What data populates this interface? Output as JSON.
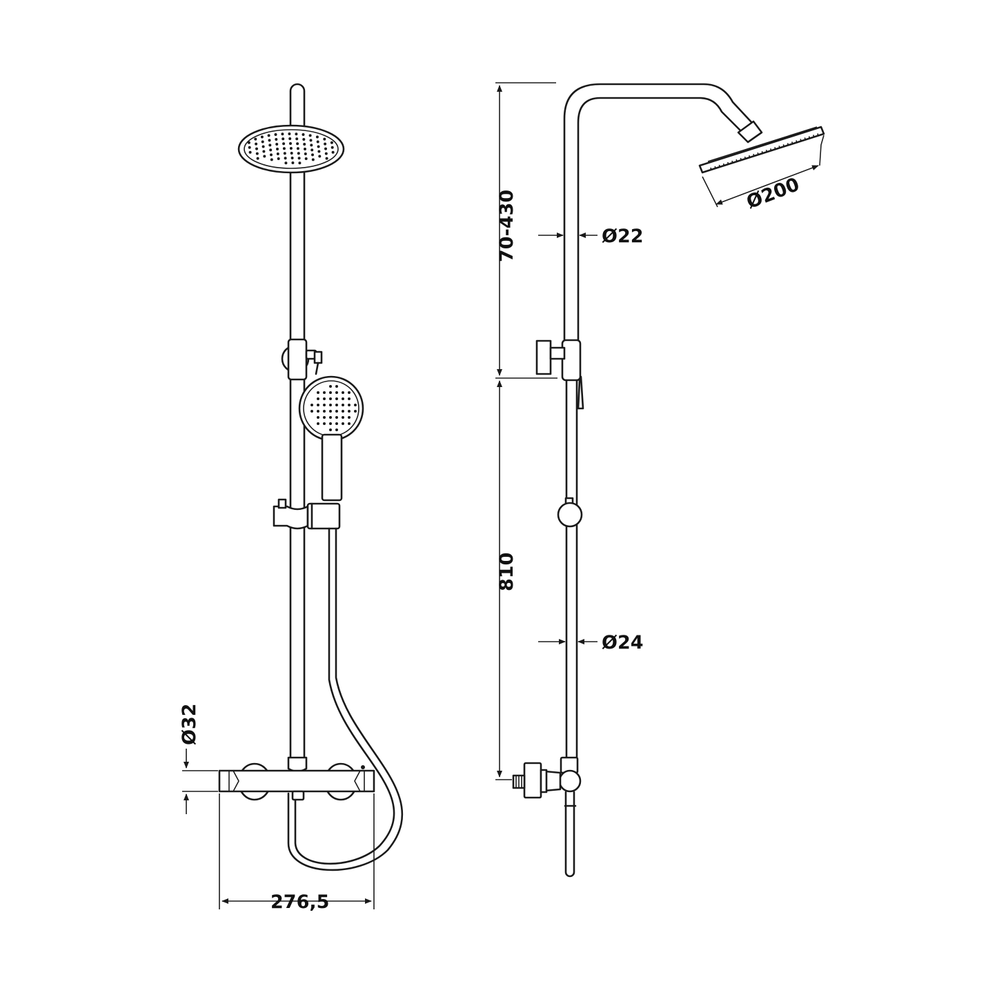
{
  "dimensions": {
    "head_diameter": "Ø200",
    "upper_pipe_diameter": "Ø22",
    "riser_height": "70-430",
    "rail_height": "810",
    "lower_pipe_diameter": "Ø24",
    "valve_diameter": "Ø32",
    "valve_width": "276,5"
  },
  "colors": {
    "line": "#1a1a1a",
    "background": "#ffffff"
  }
}
